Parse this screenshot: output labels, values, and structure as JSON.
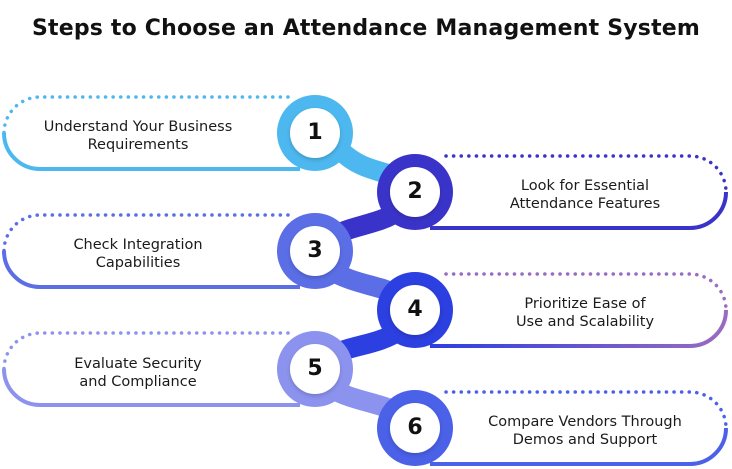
{
  "title": "Steps to Choose an Attendance Management System",
  "steps": [
    {
      "number": "1",
      "line1": "Understand Your Business",
      "line2": "Requirements",
      "color": "#4db8ef"
    },
    {
      "number": "2",
      "line1": "Look for Essential",
      "line2": "Attendance Features",
      "color": "#3a33c9"
    },
    {
      "number": "3",
      "line1": "Check Integration",
      "line2": "Capabilities",
      "color": "#5b6ee6"
    },
    {
      "number": "4",
      "line1": "Prioritize Ease of",
      "line2": "Use and Scalability",
      "color": "#2c3fe0"
    },
    {
      "number": "5",
      "line1": "Evaluate Security",
      "line2": "and Compliance",
      "color": "#8c93ee"
    },
    {
      "number": "6",
      "line1": "Compare Vendors Through",
      "line2": "Demos and Support",
      "color": "#4a61e8"
    }
  ],
  "colors": {
    "step4_outline_end": "#9a6bc0"
  }
}
